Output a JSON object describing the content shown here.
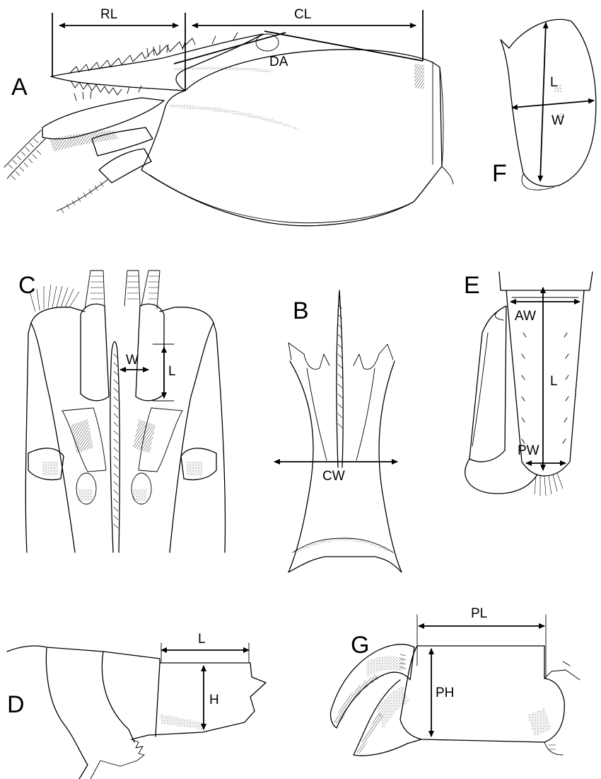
{
  "panels": {
    "A": {
      "letter": "A",
      "labels": {
        "rl": "RL",
        "cl": "CL",
        "da": "DA"
      }
    },
    "B": {
      "letter": "B",
      "labels": {
        "cw": "CW"
      }
    },
    "C": {
      "letter": "C",
      "labels": {
        "w": "W",
        "l": "L"
      }
    },
    "D": {
      "letter": "D",
      "labels": {
        "l": "L",
        "h": "H"
      }
    },
    "E": {
      "letter": "E",
      "labels": {
        "aw": "AW",
        "l": "L",
        "pw": "PW"
      }
    },
    "F": {
      "letter": "F",
      "labels": {
        "l": "L",
        "w": "W"
      }
    },
    "G": {
      "letter": "G",
      "labels": {
        "pl": "PL",
        "ph": "PH"
      }
    }
  }
}
